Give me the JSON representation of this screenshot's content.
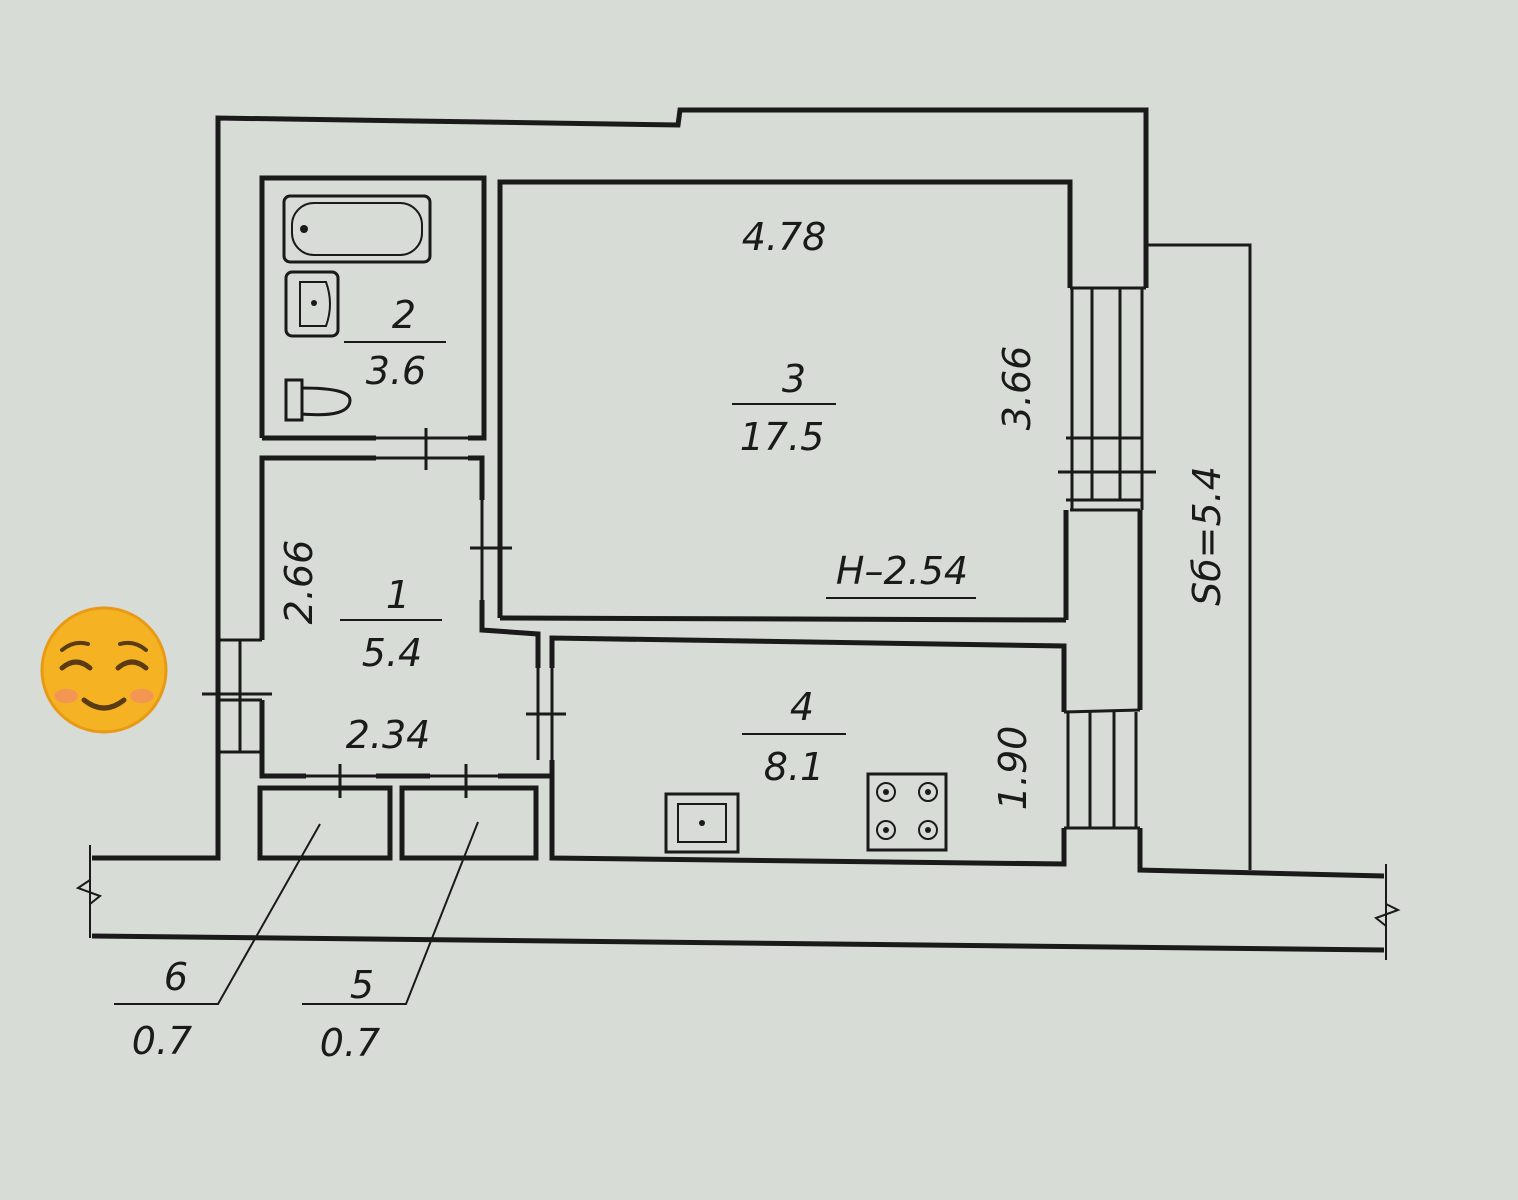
{
  "plan": {
    "rooms": [
      {
        "id": "1",
        "number": "1",
        "area": "5.4"
      },
      {
        "id": "2",
        "number": "2",
        "area": "3.6"
      },
      {
        "id": "3",
        "number": "3",
        "area": "17.5"
      },
      {
        "id": "4",
        "number": "4",
        "area": "8.1"
      },
      {
        "id": "5",
        "number": "5",
        "area": "0.7"
      },
      {
        "id": "6",
        "number": "6",
        "area": "0.7"
      }
    ],
    "dimensions": {
      "room3_width": "4.78",
      "room3_depth": "3.66",
      "room1_depth": "2.66",
      "room1_width": "2.34",
      "room4_depth": "1.90"
    },
    "ceiling_height": "H–2.54",
    "balcony_area": "Sб=5.4"
  },
  "sticker": {
    "icon": "smiling-face-emoji",
    "glyph": "☺"
  },
  "colors": {
    "paper": "#d8dcd6",
    "ink": "#1a1a1a",
    "emoji": "#f5b324"
  }
}
